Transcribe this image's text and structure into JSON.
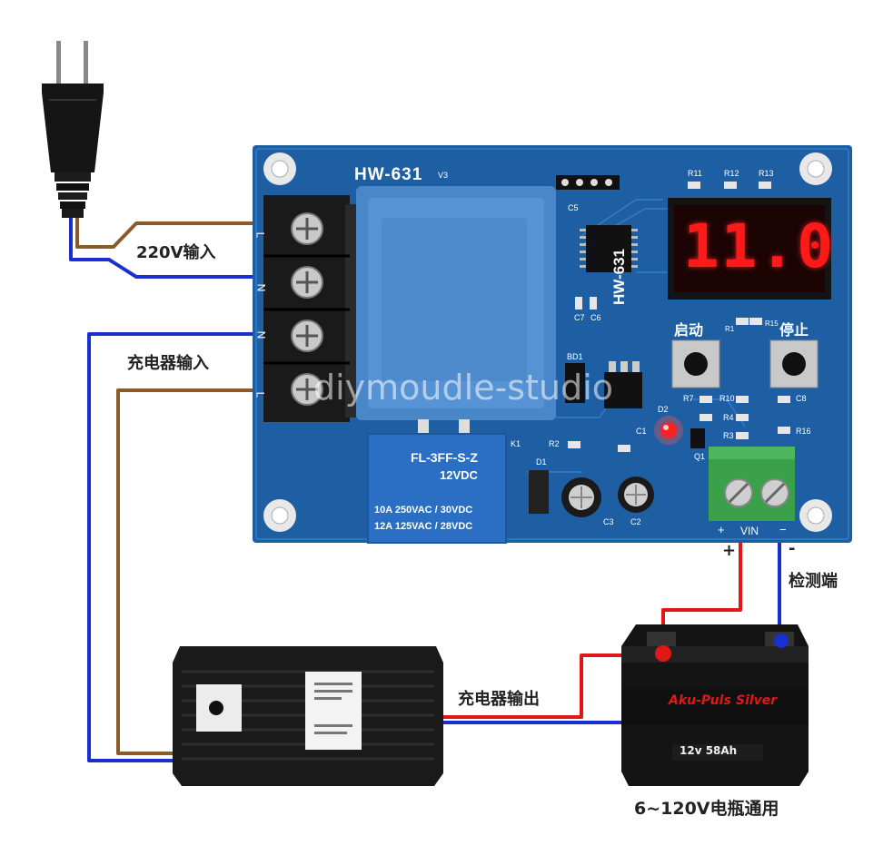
{
  "board": {
    "model": "HW-631",
    "version": "V3",
    "model_vertical": "HW-631",
    "display_value": "11.0",
    "start_label": "启动",
    "stop_label": "停止",
    "terminal_labels": [
      "L",
      "N",
      "N",
      "L"
    ],
    "vin_label": "VIN",
    "plus_sign": "+",
    "minus_sign": "−",
    "relay": {
      "model": "FL-3FF-S-Z",
      "voltage": "12VDC",
      "rating1": "10A  250VAC / 30VDC",
      "rating2": "12A  125VAC / 28VDC"
    },
    "component_labels": [
      "R11",
      "R12",
      "R13",
      "C5",
      "C7",
      "C6",
      "BD1",
      "D2",
      "R7",
      "R10",
      "R4",
      "R3",
      "C8",
      "R16",
      "C1",
      "R2",
      "D1",
      "C3",
      "C2",
      "Q1",
      "K1",
      "R1",
      "R15"
    ],
    "colors": {
      "pcb": "#1e5fa3",
      "transformer": "#4a87c9",
      "relay": "#2a6fc4",
      "terminal_green": "#3aa04a",
      "led_red": "#ff2020"
    }
  },
  "labels": {
    "ac_input": "220V输入",
    "charger_input": "充电器输入",
    "charger_output": "充电器输出",
    "detect_terminal": "检测端",
    "detect_plus": "+",
    "detect_minus": "-",
    "battery_range": "6~120V电瓶通用"
  },
  "battery": {
    "brand1": "Aku-Puls",
    "brand2": "Silver",
    "spec": "12v 58Ah"
  },
  "watermark": "diymoudle-studio",
  "wire_colors": {
    "brown": "#8a5a2b",
    "blue": "#1a2fd0",
    "red": "#e01818"
  }
}
